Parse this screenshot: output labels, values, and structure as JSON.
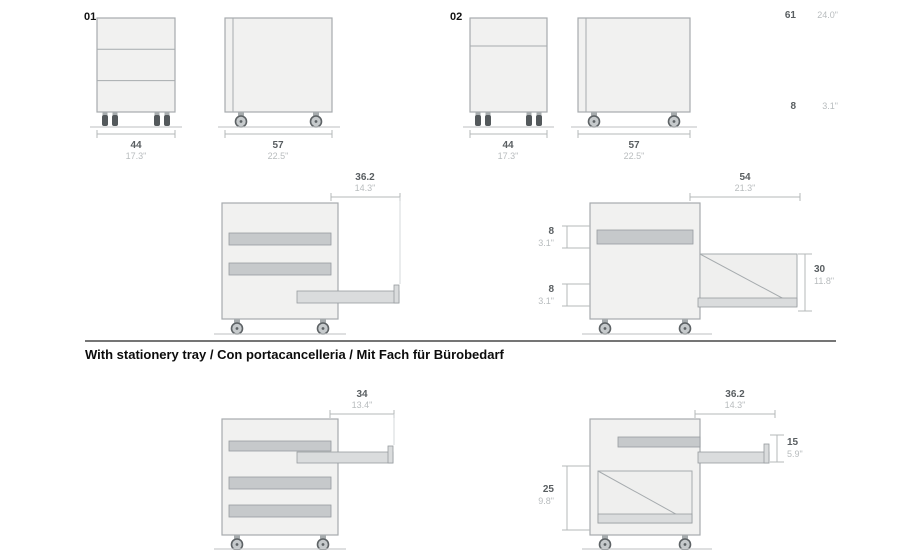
{
  "heading": "With stationery tray / Con portacancelleria / Mit Fach für Bürobedarf",
  "top": {
    "label_01": "01",
    "label_02": "02",
    "overall_height": {
      "cm": "61",
      "in": "24.0\""
    },
    "caster_height": {
      "cm": "8",
      "in": "3.1\""
    },
    "widths": [
      {
        "cm": "44",
        "in": "17.3\""
      },
      {
        "cm": "57",
        "in": "22.5\""
      },
      {
        "cm": "44",
        "in": "17.3\""
      },
      {
        "cm": "57",
        "in": "22.5\""
      }
    ]
  },
  "middle": {
    "left_tray_extension": {
      "cm": "36.2",
      "in": "14.3\""
    },
    "right_depth": {
      "cm": "54",
      "in": "21.3\""
    },
    "right_gap_top": {
      "cm": "8",
      "in": "3.1\""
    },
    "right_gap_bottom": {
      "cm": "8",
      "in": "3.1\""
    },
    "right_frame_height": {
      "cm": "30",
      "in": "11.8\""
    }
  },
  "bottom": {
    "left_tray_extension": {
      "cm": "34",
      "in": "13.4\""
    },
    "right_tray_extension": {
      "cm": "36.2",
      "in": "14.3\""
    },
    "right_tray_height": {
      "cm": "15",
      "in": "5.9\""
    },
    "right_compartment": {
      "cm": "25",
      "in": "9.8\""
    }
  }
}
